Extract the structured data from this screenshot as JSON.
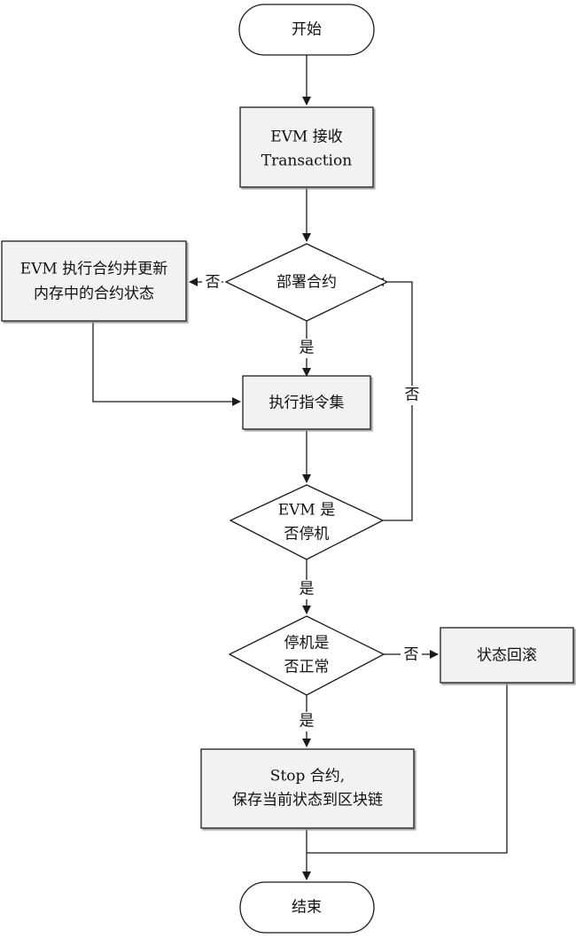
{
  "nodes": {
    "start": "开始",
    "receive_line1": "EVM 接收",
    "receive_line2": "Transaction",
    "deploy_q": "部署合约",
    "execute_update_line1": "EVM 执行合约并更新",
    "execute_update_line2": "内存中的合约状态",
    "exec_instructions": "执行指令集",
    "halted_q_line1": "EVM 是",
    "halted_q_line2": "否停机",
    "normal_q_line1": "停机是",
    "normal_q_line2": "否正常",
    "rollback": "状态回滚",
    "stop_line1": "Stop 合约,",
    "stop_line2": "保存当前状态到区块链",
    "end": "结束"
  },
  "edge_labels": {
    "deploy_no": "否",
    "deploy_yes": "是",
    "halted_no": "否",
    "halted_yes": "是",
    "normal_no": "否",
    "normal_yes": "是"
  }
}
